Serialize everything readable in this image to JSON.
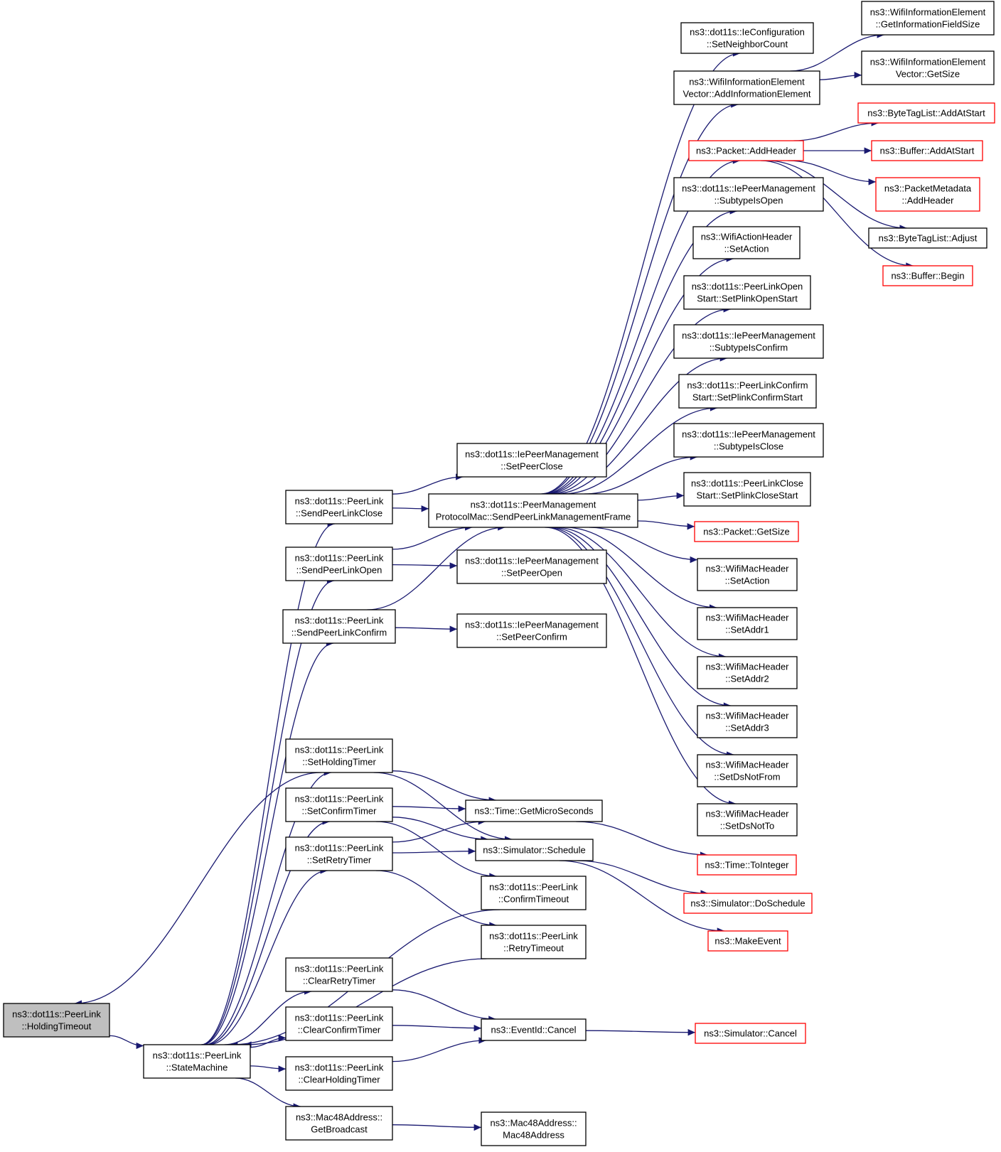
{
  "nodes": {
    "holding_timeout": [
      "ns3::dot11s::PeerLink",
      "::HoldingTimeout"
    ],
    "state_machine": [
      "ns3::dot11s::PeerLink",
      "::StateMachine"
    ],
    "send_close": [
      "ns3::dot11s::PeerLink",
      "::SendPeerLinkClose"
    ],
    "send_open": [
      "ns3::dot11s::PeerLink",
      "::SendPeerLinkOpen"
    ],
    "send_confirm": [
      "ns3::dot11s::PeerLink",
      "::SendPeerLinkConfirm"
    ],
    "set_holding_timer": [
      "ns3::dot11s::PeerLink",
      "::SetHoldingTimer"
    ],
    "set_confirm_timer": [
      "ns3::dot11s::PeerLink",
      "::SetConfirmTimer"
    ],
    "set_retry_timer": [
      "ns3::dot11s::PeerLink",
      "::SetRetryTimer"
    ],
    "clear_retry_timer": [
      "ns3::dot11s::PeerLink",
      "::ClearRetryTimer"
    ],
    "clear_confirm_timer": [
      "ns3::dot11s::PeerLink",
      "::ClearConfirmTimer"
    ],
    "clear_holding_timer": [
      "ns3::dot11s::PeerLink",
      "::ClearHoldingTimer"
    ],
    "get_broadcast": [
      "ns3::Mac48Address::",
      "GetBroadcast"
    ],
    "set_peer_close": [
      "ns3::dot11s::IePeerManagement",
      "::SetPeerClose"
    ],
    "send_mgmt_frame": [
      "ns3::dot11s::PeerManagement",
      "ProtocolMac::SendPeerLinkManagementFrame"
    ],
    "set_peer_open": [
      "ns3::dot11s::IePeerManagement",
      "::SetPeerOpen"
    ],
    "set_peer_confirm": [
      "ns3::dot11s::IePeerManagement",
      "::SetPeerConfirm"
    ],
    "get_micro_seconds": [
      "ns3::Time::GetMicroSeconds"
    ],
    "sim_schedule": [
      "ns3::Simulator::Schedule"
    ],
    "confirm_timeout": [
      "ns3::dot11s::PeerLink",
      "::ConfirmTimeout"
    ],
    "retry_timeout": [
      "ns3::dot11s::PeerLink",
      "::RetryTimeout"
    ],
    "event_cancel": [
      "ns3::EventId::Cancel"
    ],
    "mac48_ctor": [
      "ns3::Mac48Address::",
      "Mac48Address"
    ],
    "ie_config_set_neighbor": [
      "ns3::dot11s::IeConfiguration",
      "::SetNeighborCount"
    ],
    "wifi_ie_vec_add": [
      "ns3::WifiInformationElement",
      "Vector::AddInformationElement"
    ],
    "packet_add_header": [
      "ns3::Packet::AddHeader"
    ],
    "subtype_open": [
      "ns3::dot11s::IePeerManagement",
      "::SubtypeIsOpen"
    ],
    "wifi_action_set": [
      "ns3::WifiActionHeader",
      "::SetAction"
    ],
    "plink_open_start": [
      "ns3::dot11s::PeerLinkOpen",
      "Start::SetPlinkOpenStart"
    ],
    "subtype_confirm": [
      "ns3::dot11s::IePeerManagement",
      "::SubtypeIsConfirm"
    ],
    "plink_confirm_start": [
      "ns3::dot11s::PeerLinkConfirm",
      "Start::SetPlinkConfirmStart"
    ],
    "subtype_close": [
      "ns3::dot11s::IePeerManagement",
      "::SubtypeIsClose"
    ],
    "plink_close_start": [
      "ns3::dot11s::PeerLinkClose",
      "Start::SetPlinkCloseStart"
    ],
    "packet_get_size": [
      "ns3::Packet::GetSize"
    ],
    "mac_set_action": [
      "ns3::WifiMacHeader",
      "::SetAction"
    ],
    "mac_set_addr1": [
      "ns3::WifiMacHeader",
      "::SetAddr1"
    ],
    "mac_set_addr2": [
      "ns3::WifiMacHeader",
      "::SetAddr2"
    ],
    "mac_set_addr3": [
      "ns3::WifiMacHeader",
      "::SetAddr3"
    ],
    "mac_set_ds_not_from": [
      "ns3::WifiMacHeader",
      "::SetDsNotFrom"
    ],
    "mac_set_ds_not_to": [
      "ns3::WifiMacHeader",
      "::SetDsNotTo"
    ],
    "time_to_integer": [
      "ns3::Time::ToInteger"
    ],
    "sim_do_schedule": [
      "ns3::Simulator::DoSchedule"
    ],
    "make_event": [
      "ns3::MakeEvent"
    ],
    "sim_cancel": [
      "ns3::Simulator::Cancel"
    ],
    "wie_get_info_size": [
      "ns3::WifiInformationElement",
      "::GetInformationFieldSize"
    ],
    "wie_vec_get_size": [
      "ns3::WifiInformationElement",
      "Vector::GetSize"
    ],
    "bytetag_add_at_start": [
      "ns3::ByteTagList::AddAtStart"
    ],
    "buffer_add_at_start": [
      "ns3::Buffer::AddAtStart"
    ],
    "pkt_meta_add_header": [
      "ns3::PacketMetadata",
      "::AddHeader"
    ],
    "bytetag_adjust": [
      "ns3::ByteTagList::Adjust"
    ],
    "buffer_begin": [
      "ns3::Buffer::Begin"
    ]
  },
  "styles": {
    "holding_timeout": "root",
    "packet_add_header": "truncated",
    "packet_get_size": "truncated",
    "time_to_integer": "truncated",
    "sim_do_schedule": "truncated",
    "make_event": "truncated",
    "sim_cancel": "truncated",
    "bytetag_add_at_start": "truncated",
    "buffer_add_at_start": "truncated",
    "pkt_meta_add_header": "truncated",
    "buffer_begin": "truncated"
  },
  "edges": [
    [
      "holding_timeout",
      "state_machine"
    ],
    [
      "set_holding_timer",
      "holding_timeout"
    ],
    [
      "state_machine",
      "send_close"
    ],
    [
      "state_machine",
      "send_open"
    ],
    [
      "state_machine",
      "send_confirm"
    ],
    [
      "state_machine",
      "set_holding_timer"
    ],
    [
      "state_machine",
      "set_confirm_timer"
    ],
    [
      "state_machine",
      "set_retry_timer"
    ],
    [
      "state_machine",
      "clear_retry_timer"
    ],
    [
      "state_machine",
      "clear_confirm_timer"
    ],
    [
      "state_machine",
      "clear_holding_timer"
    ],
    [
      "state_machine",
      "get_broadcast"
    ],
    [
      "confirm_timeout",
      "state_machine"
    ],
    [
      "retry_timeout",
      "state_machine"
    ],
    [
      "send_close",
      "set_peer_close"
    ],
    [
      "send_close",
      "send_mgmt_frame"
    ],
    [
      "send_open",
      "send_mgmt_frame"
    ],
    [
      "send_open",
      "set_peer_open"
    ],
    [
      "send_confirm",
      "send_mgmt_frame"
    ],
    [
      "send_confirm",
      "set_peer_confirm"
    ],
    [
      "set_holding_timer",
      "get_micro_seconds"
    ],
    [
      "set_holding_timer",
      "sim_schedule"
    ],
    [
      "set_confirm_timer",
      "get_micro_seconds"
    ],
    [
      "set_confirm_timer",
      "sim_schedule"
    ],
    [
      "set_confirm_timer",
      "confirm_timeout"
    ],
    [
      "set_retry_timer",
      "get_micro_seconds"
    ],
    [
      "set_retry_timer",
      "sim_schedule"
    ],
    [
      "set_retry_timer",
      "retry_timeout"
    ],
    [
      "clear_retry_timer",
      "event_cancel"
    ],
    [
      "clear_confirm_timer",
      "event_cancel"
    ],
    [
      "clear_holding_timer",
      "event_cancel"
    ],
    [
      "get_broadcast",
      "mac48_ctor"
    ],
    [
      "send_mgmt_frame",
      "ie_config_set_neighbor"
    ],
    [
      "send_mgmt_frame",
      "wifi_ie_vec_add"
    ],
    [
      "send_mgmt_frame",
      "packet_add_header"
    ],
    [
      "send_mgmt_frame",
      "subtype_open"
    ],
    [
      "send_mgmt_frame",
      "wifi_action_set"
    ],
    [
      "send_mgmt_frame",
      "plink_open_start"
    ],
    [
      "send_mgmt_frame",
      "subtype_confirm"
    ],
    [
      "send_mgmt_frame",
      "plink_confirm_start"
    ],
    [
      "send_mgmt_frame",
      "subtype_close"
    ],
    [
      "send_mgmt_frame",
      "plink_close_start"
    ],
    [
      "send_mgmt_frame",
      "packet_get_size"
    ],
    [
      "send_mgmt_frame",
      "mac_set_action"
    ],
    [
      "send_mgmt_frame",
      "mac_set_addr1"
    ],
    [
      "send_mgmt_frame",
      "mac_set_addr2"
    ],
    [
      "send_mgmt_frame",
      "mac_set_addr3"
    ],
    [
      "send_mgmt_frame",
      "mac_set_ds_not_from"
    ],
    [
      "send_mgmt_frame",
      "mac_set_ds_not_to"
    ],
    [
      "get_micro_seconds",
      "time_to_integer"
    ],
    [
      "sim_schedule",
      "sim_do_schedule"
    ],
    [
      "sim_schedule",
      "make_event"
    ],
    [
      "event_cancel",
      "sim_cancel"
    ],
    [
      "wifi_ie_vec_add",
      "wie_get_info_size"
    ],
    [
      "wifi_ie_vec_add",
      "wie_vec_get_size"
    ],
    [
      "packet_add_header",
      "bytetag_add_at_start"
    ],
    [
      "packet_add_header",
      "buffer_add_at_start"
    ],
    [
      "packet_add_header",
      "pkt_meta_add_header"
    ],
    [
      "packet_add_header",
      "bytetag_adjust"
    ],
    [
      "packet_add_header",
      "buffer_begin"
    ]
  ],
  "colors": {
    "edge": "#191970",
    "node_border": "#000000",
    "truncated_border": "#ff0000",
    "root_fill": "#bfbfbf"
  }
}
